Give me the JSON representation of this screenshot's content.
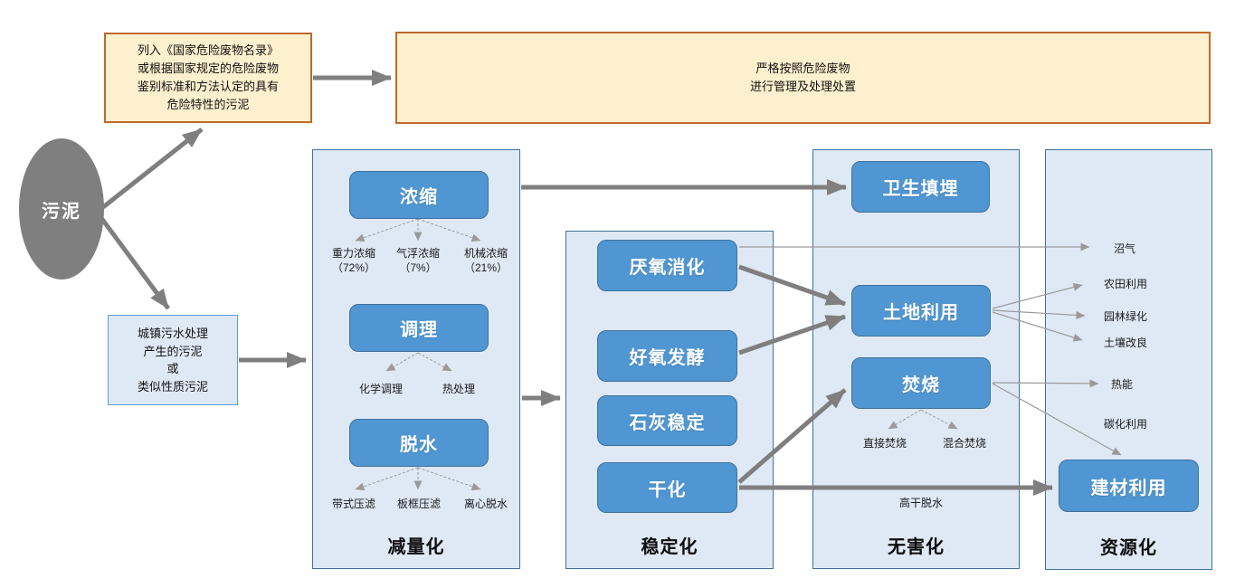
{
  "source_label": "污泥",
  "hazardous_sludge_text": "列入《国家危险废物名录》\n或根据国家规定的危险废物\n鉴别标准和方法认定的具有\n危险特性的污泥",
  "hazardous_management_text": "严格按照危险废物\n进行管理及处理处置",
  "municipal_sludge_text": "城镇污水处理\n产生的污泥\n或\n类似性质污泥",
  "reduction": {
    "label": "减量化",
    "concentration": "浓缩",
    "gravity": "重力浓缩\n（72%）",
    "flotation": "气浮浓缩\n（7%）",
    "mechanical": "机械浓缩\n（21%）",
    "conditioning": "调理",
    "chemical_conditioning": "化学调理",
    "thermal_treatment": "热处理",
    "dewatering": "脱水",
    "belt_press": "带式压滤",
    "plate_frame_press": "板框压滤",
    "centrifugal": "离心脱水"
  },
  "stabilization": {
    "label": "稳定化",
    "anaerobic_digestion": "厌氧消化",
    "aerobic_fermentation": "好氧发酵",
    "lime_stabilization": "石灰稳定",
    "drying": "干化"
  },
  "harmless": {
    "label": "无害化",
    "sanitary_landfill": "卫生填埋",
    "land_use": "土地利用",
    "incineration": "焚烧",
    "direct_incineration": "直接焚烧",
    "mixed_incineration": "混合焚烧",
    "high_dry_dewatering": "高干脱水"
  },
  "resource": {
    "label": "资源化",
    "biogas": "沼气",
    "farmland_use": "农田利用",
    "landscaping": "园林绿化",
    "soil_improvement": "土壤改良",
    "thermal_energy": "热能",
    "carbonization_use": "碳化利用",
    "building_materials": "建材利用"
  },
  "colors": {
    "panel_fill": "#dfe9f5",
    "panel_border": "#41719c",
    "process_fill": "#4f96d2",
    "note_fill": "#fdf0ce",
    "note_border": "#c0692b",
    "source_gray": "#7f7f7f",
    "arrow_thick": "#7f7f7f",
    "arrow_thin": "#9a9a9a"
  }
}
